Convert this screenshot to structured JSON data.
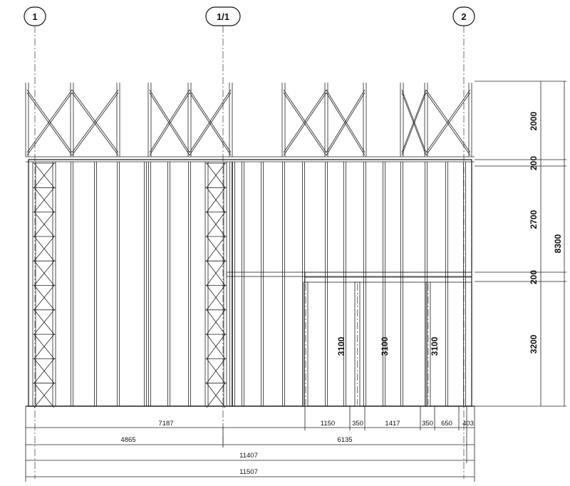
{
  "gridlines": [
    "1",
    "1/1",
    "2"
  ],
  "horizontal_dims": [
    {
      "row": 1,
      "values": [
        "7187",
        "1150",
        "350",
        "1417",
        "350",
        "650",
        "403"
      ]
    },
    {
      "row": 2,
      "values": [
        "4865",
        "6135"
      ]
    },
    {
      "row": 3,
      "values": [
        "11407"
      ]
    },
    {
      "row": 4,
      "values": [
        "11507"
      ]
    }
  ],
  "vertical_dims": {
    "segments": [
      "2000",
      "200",
      "2700",
      "200",
      "3200"
    ],
    "total": "8300"
  },
  "opening_heights": [
    "3100",
    "3100",
    "3100"
  ]
}
